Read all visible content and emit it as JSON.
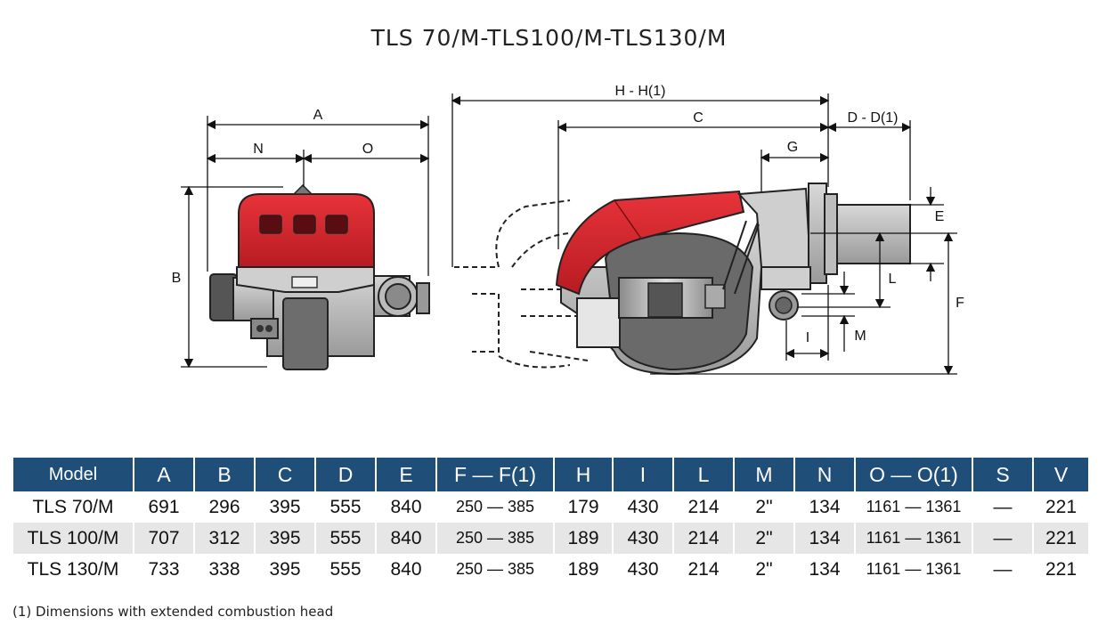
{
  "title": "TLS 70/M-TLS100/M-TLS130/M",
  "dimensions": {
    "A": "A",
    "N": "N",
    "O": "O",
    "B": "B",
    "HH1": "H - H(1)",
    "C": "C",
    "DD1": "D - D(1)",
    "G": "G",
    "E": "E",
    "F": "F",
    "L": "L",
    "I": "I",
    "M": "M"
  },
  "table": {
    "headers": [
      "Model",
      "A",
      "B",
      "C",
      "D",
      "E",
      "F — F(1)",
      "H",
      "I",
      "L",
      "M",
      "N",
      "O — O(1)",
      "S",
      "V"
    ],
    "rows": [
      [
        "TLS 70/M",
        "691",
        "296",
        "395",
        "555",
        "840",
        "250 — 385",
        "179",
        "430",
        "214",
        "2\"",
        "134",
        "1161 — 1361",
        "—",
        "221"
      ],
      [
        "TLS 100/M",
        "707",
        "312",
        "395",
        "555",
        "840",
        "250 — 385",
        "189",
        "430",
        "214",
        "2\"",
        "134",
        "1161 — 1361",
        "—",
        "221"
      ],
      [
        "TLS 130/M",
        "733",
        "338",
        "395",
        "555",
        "840",
        "250 — 385",
        "189",
        "430",
        "214",
        "2\"",
        "134",
        "1161 — 1361",
        "—",
        "221"
      ]
    ]
  },
  "footnote": "(1) Dimensions with extended combustion head",
  "colors": {
    "header_bg": "#1f4e79",
    "burner_red": "#d7262d",
    "row_alt": "#e6e6e6"
  }
}
